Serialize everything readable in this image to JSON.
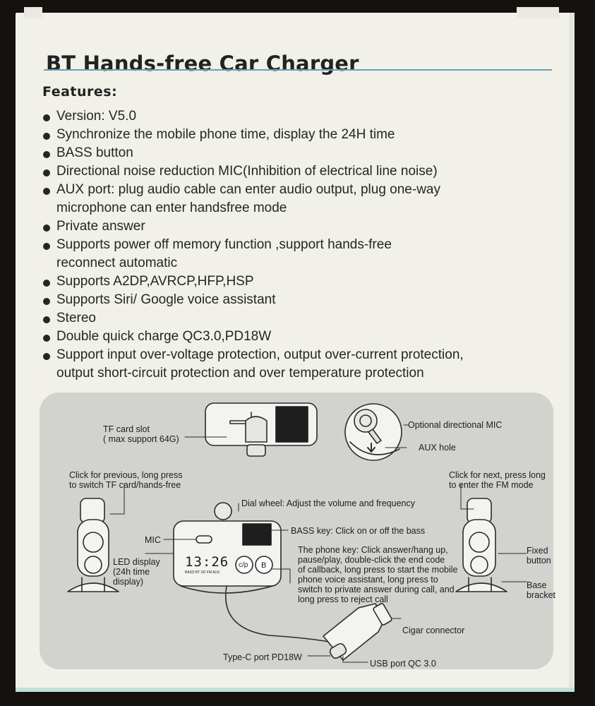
{
  "title": "BT Hands-free Car Charger",
  "features_heading": "Features:",
  "features": [
    [
      "Version: V5.0"
    ],
    [
      "Synchronize the mobile phone time, display the 24H time"
    ],
    [
      "BASS button"
    ],
    [
      "Directional  noise reduction MIC(Inhibition of electrical line noise)"
    ],
    [
      "AUX port: plug audio cable can enter audio output,  plug one-way",
      "microphone can enter handsfree mode"
    ],
    [
      "Private answer"
    ],
    [
      "Supports power off memory function ,support hands-free",
      "reconnect automatic"
    ],
    [
      "Supports A2DP,AVRCP,HFP,HSP"
    ],
    [
      "Supports Siri/ Google voice assistant"
    ],
    [
      "Stereo"
    ],
    [
      "Double quick charge QC3.0,PD18W"
    ],
    [
      "Support input over-voltage protection, output over-current protection,",
      "output short-circuit protection and over temperature protection"
    ]
  ],
  "diagram": {
    "tf_card_slot": [
      "TF card slot",
      "( max support  64G)"
    ],
    "optional_mic": "Optional directional MIC",
    "aux_hole": "AUX hole",
    "click_previous": [
      "Click for previous, long press",
      "to switch TF card/hands-free"
    ],
    "click_next": [
      "Click for next, press long",
      "to enter the FM mode"
    ],
    "dial_wheel": "Dial wheel: Adjust the volume and frequency",
    "mic": "MIC",
    "bass_key": "BASS key: Click on or off the bass",
    "led_display": [
      "LED display",
      "(24h time",
      "display)"
    ],
    "phone_key": [
      "The phone key: Click answer/hang up,",
      "pause/play, double-click the end code",
      "of callback, long press to start the mobile",
      "phone voice assistant, long press to",
      "switch to private answer during call, and",
      "long press to reject call"
    ],
    "fixed_button": [
      "Fixed",
      "button"
    ],
    "base_bracket": [
      "Base",
      "bracket"
    ],
    "cigar_connector": "Cigar connector",
    "type_c_port": "Type-C port PD18W",
    "usb_port": "USB port QC 3.0",
    "display_time": "13:26",
    "display_icons": "BASS BT SD FM AUX",
    "phone_key_glyph": "c/p",
    "bass_key_glyph": "B"
  }
}
